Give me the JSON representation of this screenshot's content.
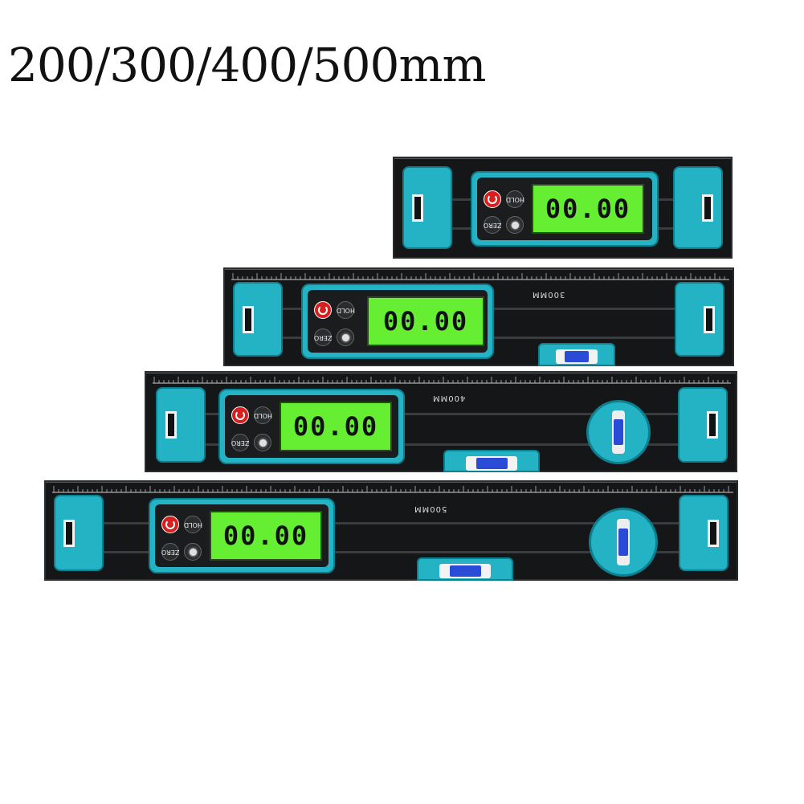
{
  "headline": "200/300/400/500mm",
  "levels": [
    {
      "size_label": "",
      "display": "00.00",
      "hold": "HOLD",
      "zero": "ZERO"
    },
    {
      "size_label": "300MM",
      "display": "00.00",
      "hold": "HOLD",
      "zero": "ZERO"
    },
    {
      "size_label": "400MM",
      "display": "00.00",
      "hold": "HOLD",
      "zero": "ZERO"
    },
    {
      "size_label": "500MM",
      "display": "00.00",
      "hold": "HOLD",
      "zero": "ZERO"
    }
  ],
  "colors": {
    "body": "#141618",
    "accent": "#23b3c4",
    "lcd": "#66ee33",
    "bubble": "#2a4bd6"
  }
}
